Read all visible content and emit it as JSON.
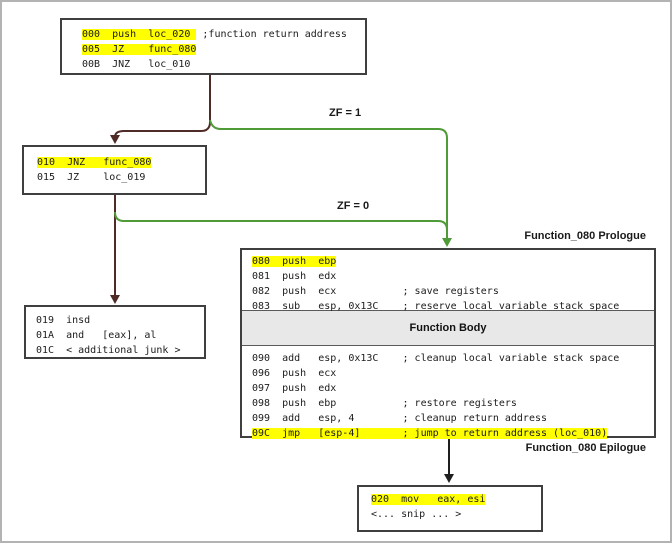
{
  "diagram": {
    "title_context": "assembly control flow graph",
    "colors": {
      "highlight": "#ffff00",
      "arrow_dark": "#4e2b27",
      "arrow_green": "#4f9b38",
      "arrow_black": "#1f1f1f",
      "block_border": "#3f3f3f",
      "body_band_bg": "#e8e8e8"
    },
    "labels": {
      "zf1": "ZF = 1",
      "zf0": "ZF = 0",
      "prologue": "Function_080 Prologue",
      "epilogue": "Function_080 Epilogue",
      "function_body": "Function Body"
    },
    "blocks": {
      "entry": {
        "lines": [
          [
            {
              "t": "000  push  loc_020 ",
              "h": true
            },
            {
              "t": " ;function return address",
              "h": false
            }
          ],
          [
            {
              "t": "005  JZ    func_080",
              "h": true
            }
          ],
          [
            {
              "t": "00B  JNZ   loc_010",
              "h": false
            }
          ]
        ]
      },
      "loc_010": {
        "lines": [
          [
            {
              "t": "010  JNZ   func_080",
              "h": true
            }
          ],
          [
            {
              "t": "015  JZ    loc_019",
              "h": false
            }
          ]
        ]
      },
      "loc_019": {
        "lines": [
          [
            {
              "t": "019  insd",
              "h": false
            }
          ],
          [
            {
              "t": "01A  and   [eax], al",
              "h": false
            }
          ],
          [
            {
              "t": "01C  < additional junk >",
              "h": false
            }
          ]
        ]
      },
      "func_080_prologue": {
        "lines": [
          [
            {
              "t": "080  push  ebp",
              "h": true
            }
          ],
          [
            {
              "t": "081  push  edx",
              "h": false
            }
          ],
          [
            {
              "t": "082  push  ecx           ; save registers",
              "h": false
            }
          ],
          [
            {
              "t": "083  sub   esp, 0x13C    ; reserve local variable stack space",
              "h": false
            }
          ]
        ]
      },
      "func_080_epilogue": {
        "lines": [
          [
            {
              "t": "090  add   esp, 0x13C    ; cleanup local variable stack space",
              "h": false
            }
          ],
          [
            {
              "t": "096  push  ecx",
              "h": false
            }
          ],
          [
            {
              "t": "097  push  edx",
              "h": false
            }
          ],
          [
            {
              "t": "098  push  ebp           ; restore registers",
              "h": false
            }
          ],
          [
            {
              "t": "099  add   esp, 4        ; cleanup return address",
              "h": false
            }
          ],
          [
            {
              "t": "09C  jmp   [esp-4]       ; jump to return address (loc_010)",
              "h": true
            }
          ]
        ]
      },
      "loc_020": {
        "lines": [
          [
            {
              "t": "020  mov   eax, esi",
              "h": true
            }
          ],
          [
            {
              "t": "<... snip ... >",
              "h": false
            }
          ]
        ]
      }
    }
  }
}
